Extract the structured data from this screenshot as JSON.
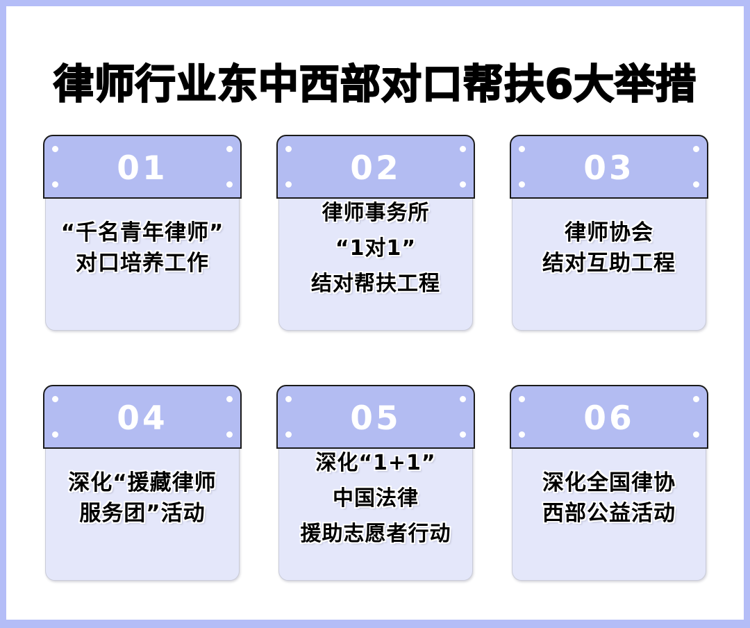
{
  "page": {
    "title": "律师行业东中西部对口帮扶6大举措",
    "frame_color": "#b4bdf7",
    "panel_color": "#ffffff",
    "card_header_color": "#b3bcf2",
    "card_body_color": "#e4e7fa",
    "number_color": "#ffffff",
    "text_color": "#000000"
  },
  "cards": [
    {
      "number": "01",
      "lines": [
        "“千名青年律师”",
        "对口培养工作"
      ]
    },
    {
      "number": "02",
      "lines": [
        "律师事务所",
        "“1对1”",
        "结对帮扶工程"
      ]
    },
    {
      "number": "03",
      "lines": [
        "律师协会",
        "结对互助工程"
      ]
    },
    {
      "number": "04",
      "lines": [
        "深化“援藏律师",
        "服务团”活动"
      ]
    },
    {
      "number": "05",
      "lines": [
        "深化“1+1”",
        "中国法律",
        "援助志愿者行动"
      ]
    },
    {
      "number": "06",
      "lines": [
        "深化全国律协",
        "西部公益活动"
      ]
    }
  ]
}
